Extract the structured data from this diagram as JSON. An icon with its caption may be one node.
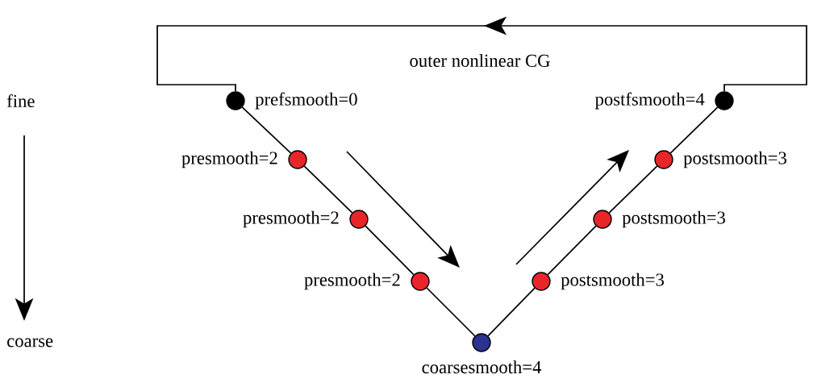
{
  "diagram": {
    "nodes": [
      {
        "text": [],
        "shape": "circle",
        "beside": [
          "prefsmooth=0"
        ]
      },
      {
        "text": [],
        "shape": "circle",
        "beside": [
          "presmooth=2"
        ]
      },
      {
        "text": [],
        "shape": "circle",
        "beside": [
          "presmooth=2"
        ]
      },
      {
        "text": [],
        "shape": "circle",
        "beside": [
          "presmooth=2"
        ]
      },
      {
        "text": [],
        "shape": "circle",
        "beside": [
          "coarsesmooth=4"
        ]
      },
      {
        "text": [],
        "shape": "circle",
        "beside": [
          "postsmooth=3"
        ]
      },
      {
        "text": [],
        "shape": "circle",
        "beside": [
          "postsmooth=3"
        ]
      },
      {
        "text": [],
        "shape": "circle",
        "beside": [
          "postsmooth=3"
        ]
      },
      {
        "text": [],
        "shape": "circle",
        "beside": [
          "postfsmooth=4"
        ]
      }
    ],
    "edges": [
      {
        "from": 0,
        "to": 1,
        "arrow": "none"
      },
      {
        "from": 1,
        "to": 2,
        "arrow": "none"
      },
      {
        "from": 2,
        "to": 3,
        "arrow": "none"
      },
      {
        "from": 3,
        "to": 4,
        "arrow": "none"
      },
      {
        "from": 4,
        "to": 5,
        "arrow": "none"
      },
      {
        "from": 5,
        "to": 6,
        "arrow": "none"
      },
      {
        "from": 6,
        "to": 7,
        "arrow": "none"
      },
      {
        "from": 7,
        "to": 8,
        "arrow": "none"
      },
      {
        "from": 8,
        "to": 0,
        "arrow": "to",
        "label": "outer nonlinear CG"
      }
    ],
    "labels": [
      "fine",
      "coarse"
    ]
  }
}
